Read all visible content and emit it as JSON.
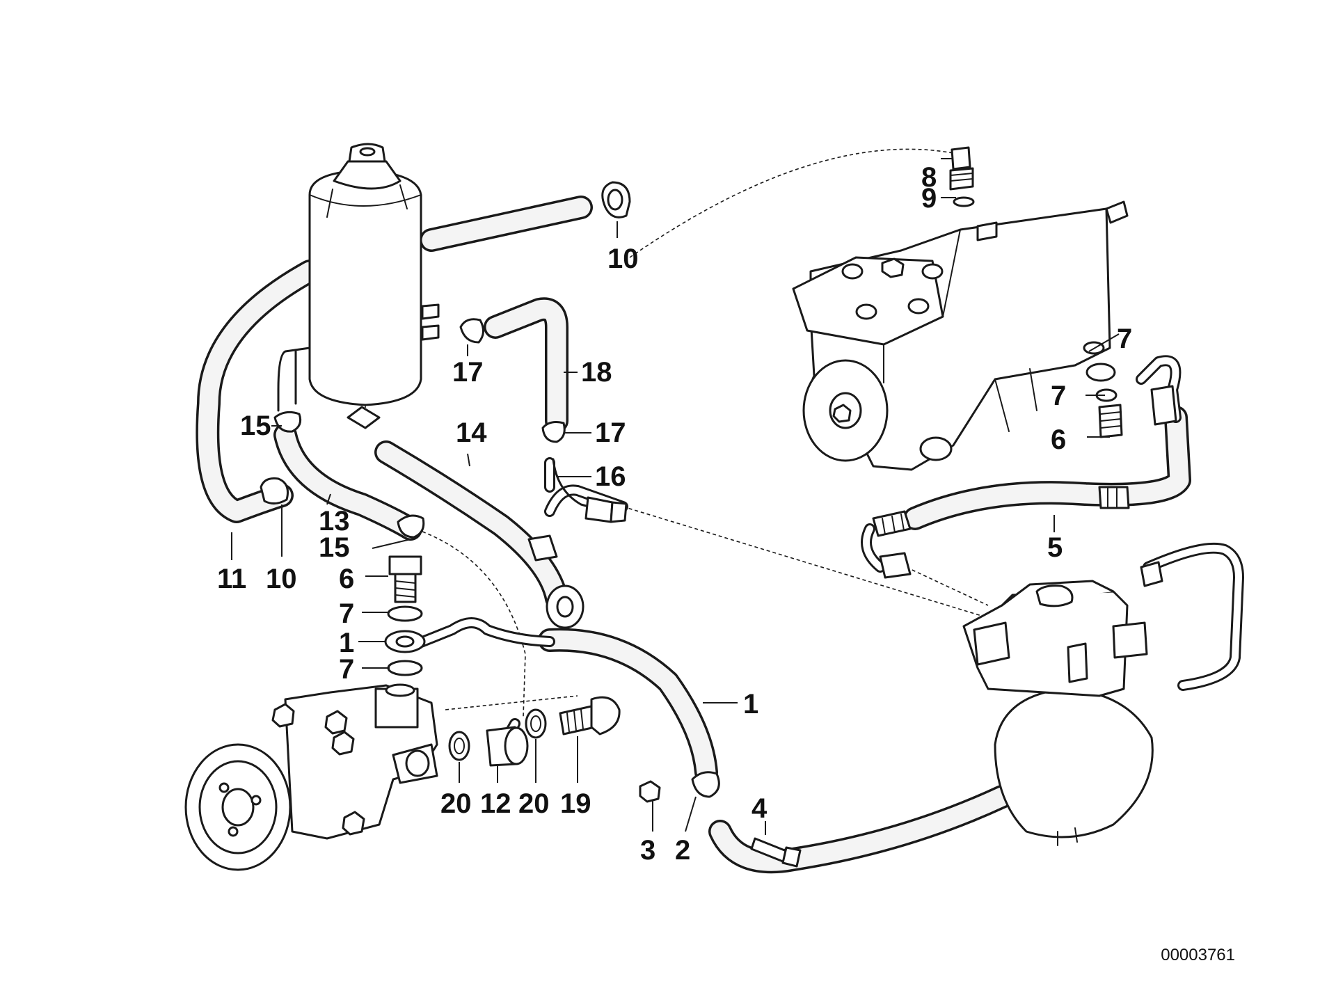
{
  "diagram": {
    "document_number": "00003761",
    "callouts": [
      "1",
      "1",
      "2",
      "3",
      "4",
      "5",
      "6",
      "6",
      "7",
      "7",
      "7",
      "7",
      "8",
      "9",
      "10",
      "10",
      "11",
      "12",
      "13",
      "14",
      "15",
      "15",
      "16",
      "17",
      "17",
      "18",
      "19",
      "20",
      "20"
    ]
  }
}
